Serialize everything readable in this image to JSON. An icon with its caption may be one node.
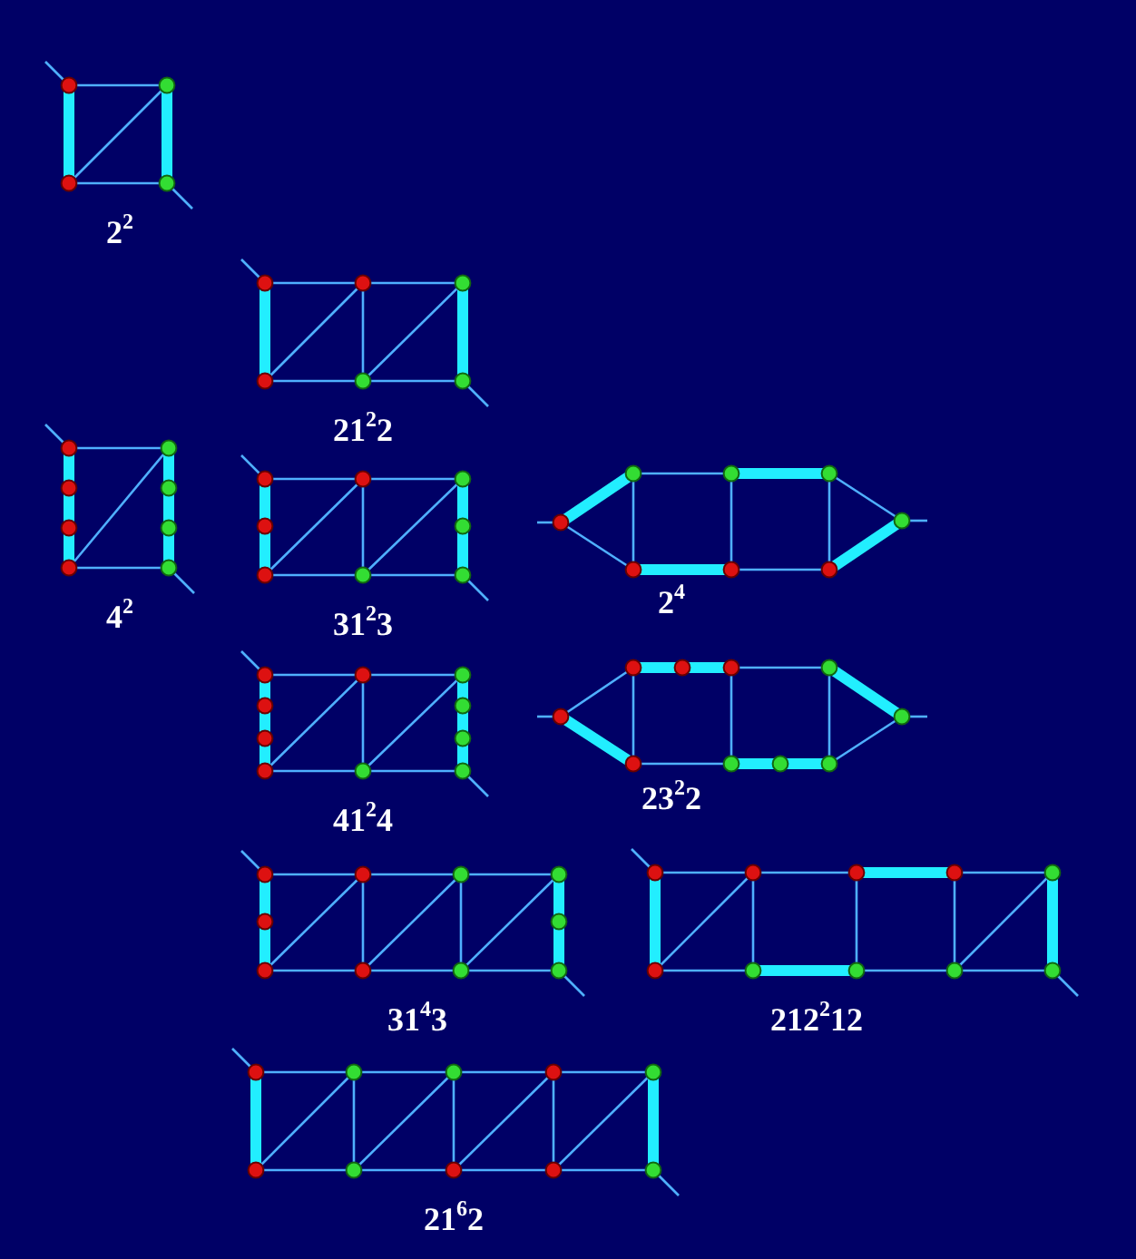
{
  "diagram": {
    "nodes": [
      {
        "text": [],
        "shape": "picture",
        "beside": [
          "2$^{2}$"
        ]
      },
      {
        "text": [],
        "shape": "picture",
        "beside": [
          "21$^{2}$2"
        ]
      },
      {
        "text": [],
        "shape": "picture",
        "beside": [
          "4$^{2}$"
        ]
      },
      {
        "text": [],
        "shape": "picture",
        "beside": [
          "31$^{2}$3"
        ]
      },
      {
        "text": [],
        "shape": "picture",
        "beside": [
          "2$^{4}$"
        ]
      },
      {
        "text": [],
        "shape": "picture",
        "beside": [
          "41$^{2}$4"
        ]
      },
      {
        "text": [],
        "shape": "picture",
        "beside": [
          "23$^{2}$2"
        ]
      },
      {
        "text": [],
        "shape": "picture",
        "beside": [
          "31$^{4}$3"
        ]
      },
      {
        "text": [],
        "shape": "picture",
        "beside": [
          "212$^{2}$12"
        ]
      },
      {
        "text": [],
        "shape": "picture",
        "beside": [
          "21$^{6}$2"
        ]
      }
    ]
  }
}
